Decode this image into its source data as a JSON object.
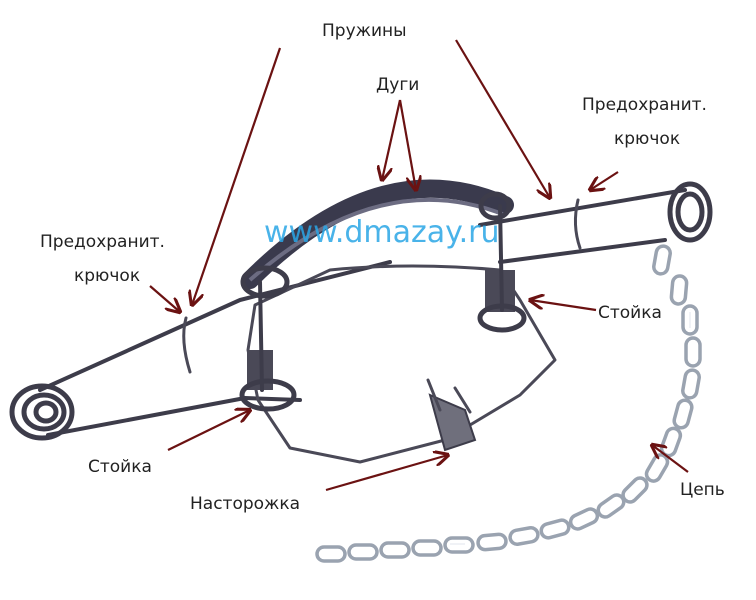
{
  "labels": {
    "springs": "Пружины",
    "jaws": "Дуги",
    "safety_hook_right_line1": "Предохранит.",
    "safety_hook_right_line2": "крючок",
    "safety_hook_left_line1": "Предохранит.",
    "safety_hook_left_line2": "крючок",
    "post_right": "Стойка",
    "post_left": "Стойка",
    "trigger": "Насторожка",
    "chain": "Цепь"
  },
  "watermark": "www.dmazay.ru",
  "colors": {
    "arrow": "#6b1212",
    "watermark": "#2aa6e6",
    "metal": "#3d3c4a",
    "chain": "#9aa3b0"
  }
}
